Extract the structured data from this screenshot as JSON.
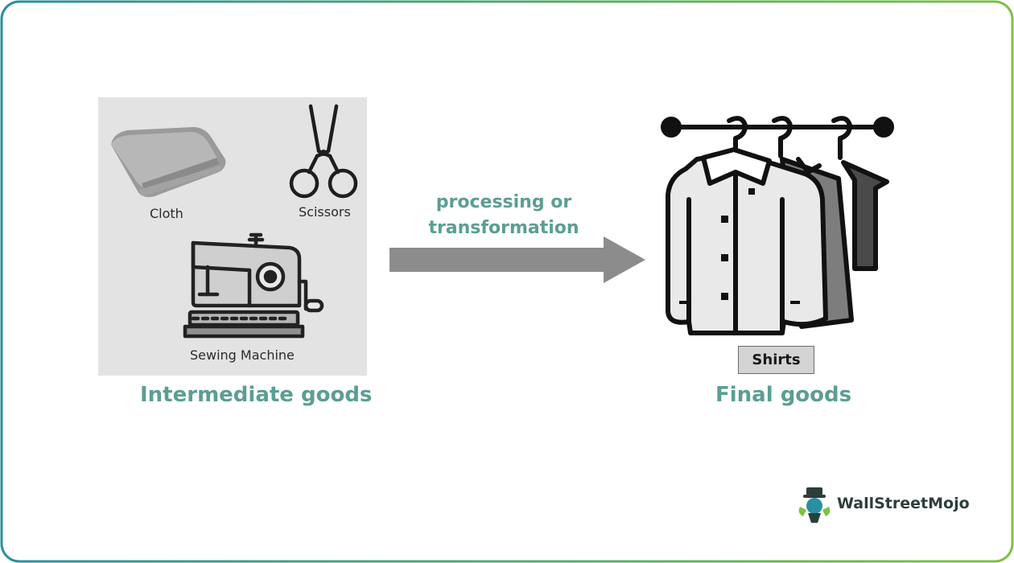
{
  "intermediate": {
    "items": [
      {
        "label": "Cloth",
        "icon": "cloth-icon"
      },
      {
        "label": "Scissors",
        "icon": "scissors-icon"
      },
      {
        "label": "Sewing Machine",
        "icon": "sewing-machine-icon"
      }
    ],
    "caption": "Intermediate goods"
  },
  "process": {
    "label": "processing or transformation"
  },
  "final": {
    "item_label": "Shirts",
    "caption": "Final goods",
    "icon": "shirts-on-rack-icon"
  },
  "brand": {
    "name": "WallStreetMojo",
    "logo": "wallstreetmojo-logo-icon"
  },
  "colors": {
    "accent": "#5b9e93",
    "arrow": "#8c8c8c",
    "border_start": "#2a8fa0",
    "border_end": "#7cc242",
    "panel": "#e3e3e3"
  }
}
